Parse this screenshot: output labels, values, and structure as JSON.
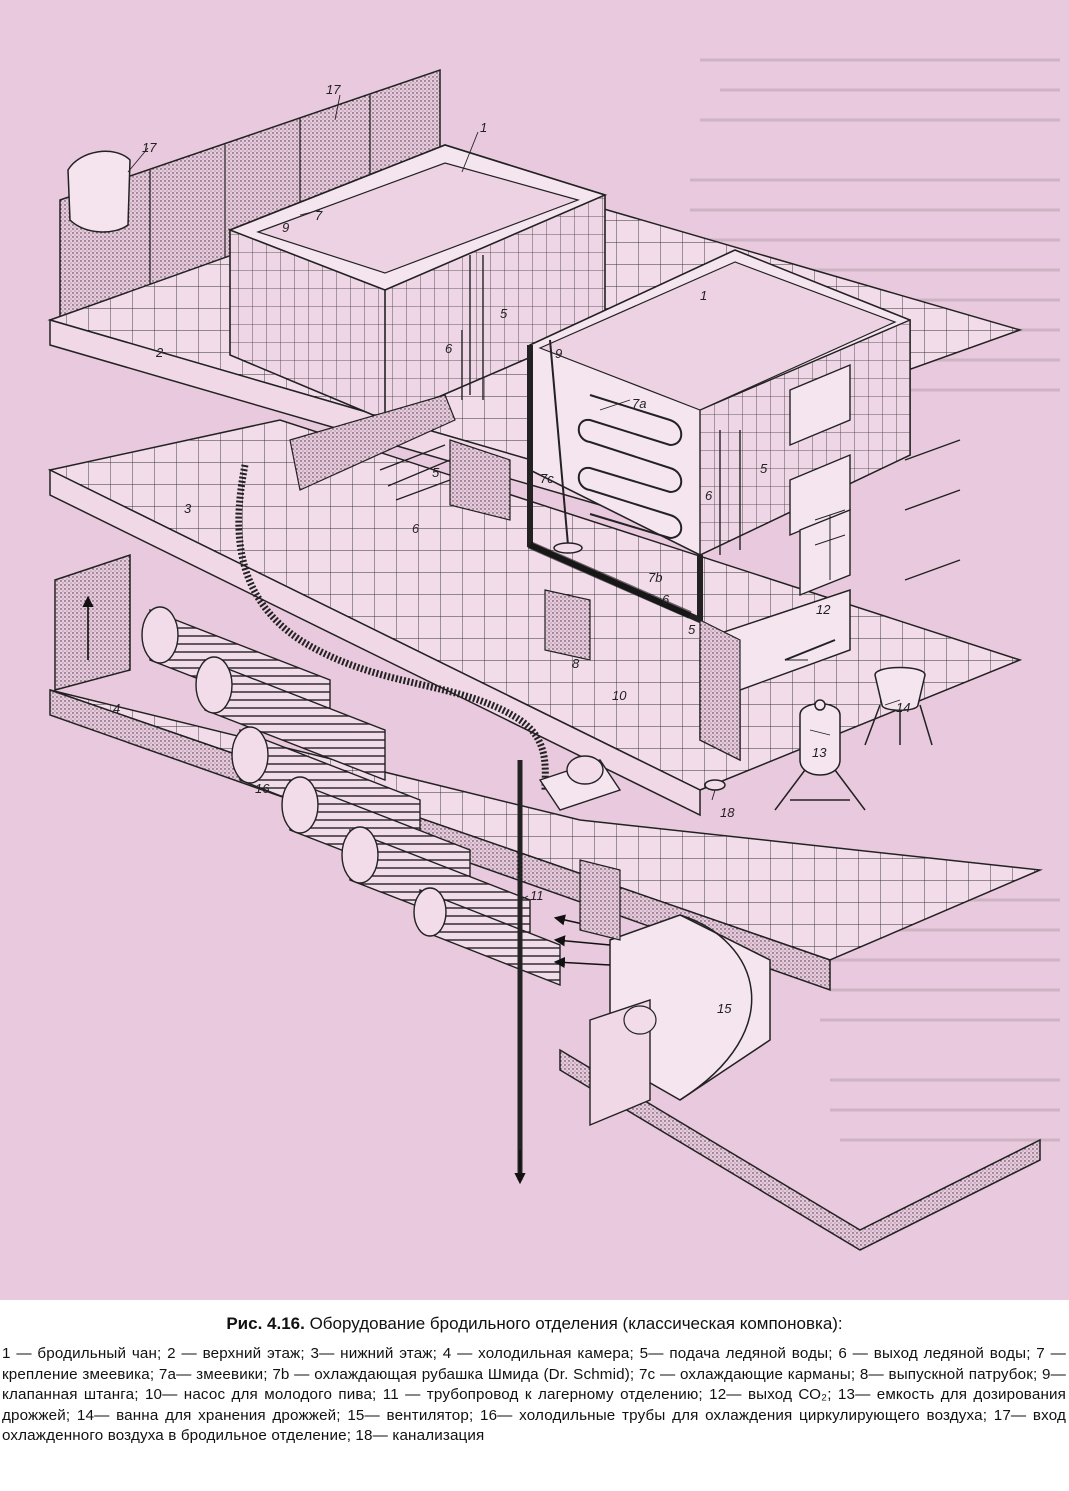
{
  "figure": {
    "callouts": [
      {
        "id": "c1a",
        "text": "1"
      },
      {
        "id": "c1b",
        "text": "1"
      },
      {
        "id": "c2",
        "text": "2"
      },
      {
        "id": "c3",
        "text": "3"
      },
      {
        "id": "c4",
        "text": "4"
      },
      {
        "id": "c5a",
        "text": "5"
      },
      {
        "id": "c5b",
        "text": "5"
      },
      {
        "id": "c5c",
        "text": "5"
      },
      {
        "id": "c5d",
        "text": "5"
      },
      {
        "id": "c6a",
        "text": "6"
      },
      {
        "id": "c6b",
        "text": "6"
      },
      {
        "id": "c6c",
        "text": "6"
      },
      {
        "id": "c6d",
        "text": "6"
      },
      {
        "id": "c7",
        "text": "7"
      },
      {
        "id": "c7a",
        "text": "7a"
      },
      {
        "id": "c7b",
        "text": "7b"
      },
      {
        "id": "c7c",
        "text": "7c"
      },
      {
        "id": "c8",
        "text": "8"
      },
      {
        "id": "c9a",
        "text": "9"
      },
      {
        "id": "c9b",
        "text": "9"
      },
      {
        "id": "c10",
        "text": "10"
      },
      {
        "id": "c11",
        "text": "11"
      },
      {
        "id": "c12",
        "text": "12"
      },
      {
        "id": "c13",
        "text": "13"
      },
      {
        "id": "c14",
        "text": "14"
      },
      {
        "id": "c15",
        "text": "15"
      },
      {
        "id": "c16",
        "text": "16"
      },
      {
        "id": "c17a",
        "text": "17"
      },
      {
        "id": "c17b",
        "text": "17"
      },
      {
        "id": "c18",
        "text": "18"
      }
    ]
  },
  "caption": {
    "figure_label": "Рис. 4.16.",
    "title": "Оборудование бродильного отделения (классическая компоновка):",
    "legend": "1 — бродильный чан; 2 — верхний этаж; 3— нижний этаж; 4 — холодильная камера; 5— подача ледяной воды; 6 — выход ледяной воды; 7 — крепление змеевика; 7а— змеевики; 7b — охлаждающая рубашка Шмида (Dr. Schmid); 7с — охлаждающие карманы; 8— выпускной патрубок; 9— клапанная штанга; 10— насос для молодого пива; 11 — трубопровод к лагерному отделению; 12— выход СО₂; 13— емкость для дозирования дрожжей; 14— ванна для хранения дрожжей; 15— вентилятор; 16— холодильные трубы для охлаждения циркулирующего воздуха; 17— вход охлажденного воздуха в бродильное отделение; 18— канализация"
  }
}
